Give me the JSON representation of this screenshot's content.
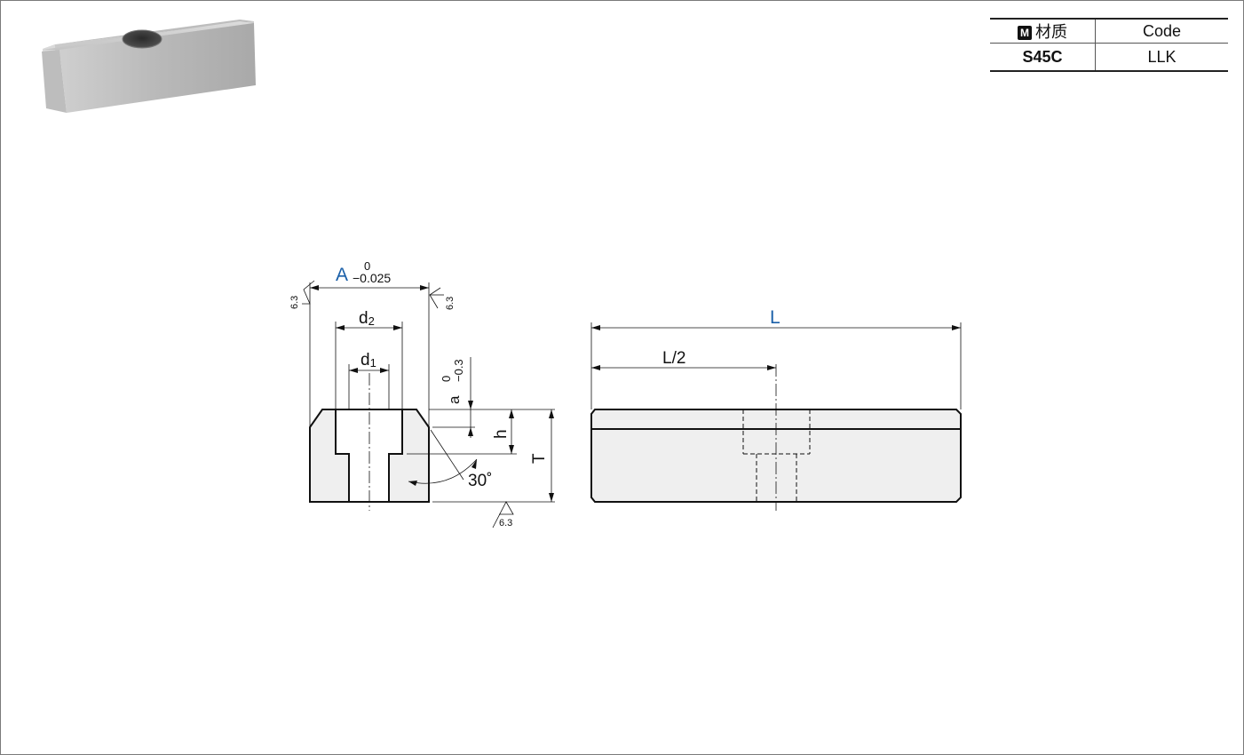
{
  "spec_table": {
    "header": {
      "icon": "M",
      "material_label": "材质",
      "code_label": "Code"
    },
    "row": {
      "material": "S45C",
      "code": "LLK"
    }
  },
  "front_view": {
    "width_label": "A",
    "width_tol_upper": "0",
    "width_tol_lower": "−0.025",
    "d2_main": "d",
    "d2_sub": "2",
    "d1_main": "d",
    "d1_sub": "1",
    "a_label": "a",
    "a_tol_upper": "0",
    "a_tol_lower": "−0.3",
    "h_label": "h",
    "t_label": "T",
    "angle_label": "30˚",
    "roughness": "6.3"
  },
  "side_view": {
    "l_label": "L",
    "l_half_label": "L/2"
  },
  "colors": {
    "accent_blue": "#1a5fa8",
    "part_fill": "#efefef",
    "line": "#111111"
  }
}
